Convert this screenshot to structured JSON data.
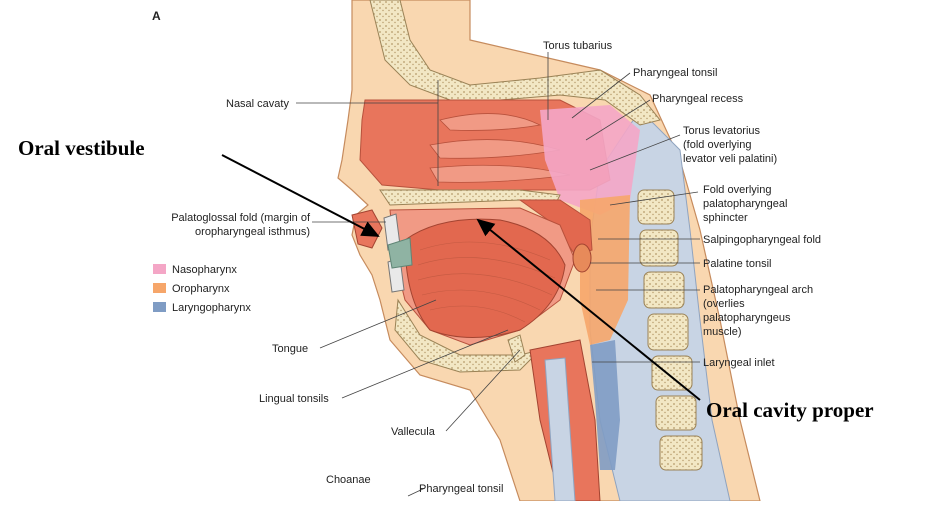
{
  "figure": {
    "panel_letter": "A",
    "labels": {
      "nasal_cavity": "Nasal cavaty",
      "torus_tubarius": "Torus tubarius",
      "pharyngeal_tonsil": "Pharyngeal tonsil",
      "pharyngeal_recess": "Pharyngeal recess",
      "torus_levatorius": [
        "Torus levatorius",
        "(fold overlying",
        "levator veli palatini)"
      ],
      "fold_palatopharyngeal_sphincter": [
        "Fold overlying",
        "palatopharyngeal",
        "sphincter"
      ],
      "palatoglossal_fold": [
        "Palatoglossal fold (margin of",
        "oropharyngeal isthmus)"
      ],
      "salpingopharyngeal_fold": "Salpingopharyngeal fold",
      "palatine_tonsil": "Palatine tonsil",
      "palatopharyngeal_arch": [
        "Palatopharyngeal arch",
        "(overlies",
        "palatopharyngeus",
        "muscle)"
      ],
      "laryngeal_inlet": "Laryngeal inlet",
      "tongue": "Tongue",
      "lingual_tonsils": "Lingual tonsils",
      "vallecula": "Vallecula",
      "choanae": "Choanae",
      "pharyngeal_tonsil_bottom": "Pharyngeal tonsil"
    },
    "annotations": {
      "oral_vestibule": "Oral vestibule",
      "oral_cavity_proper": "Oral cavity proper"
    },
    "legend": [
      {
        "label": "Nasopharynx",
        "color": "#f4a6c6"
      },
      {
        "label": "Oropharynx",
        "color": "#f6a66a"
      },
      {
        "label": "Laryngopharynx",
        "color": "#7f9cc4"
      }
    ],
    "colors": {
      "skin": "#f9d7b0",
      "mucosa": "#e8755c",
      "muscle": "#e2684f",
      "bone": "#f2e7c4",
      "spine_blue": "#c8d4e4"
    }
  }
}
